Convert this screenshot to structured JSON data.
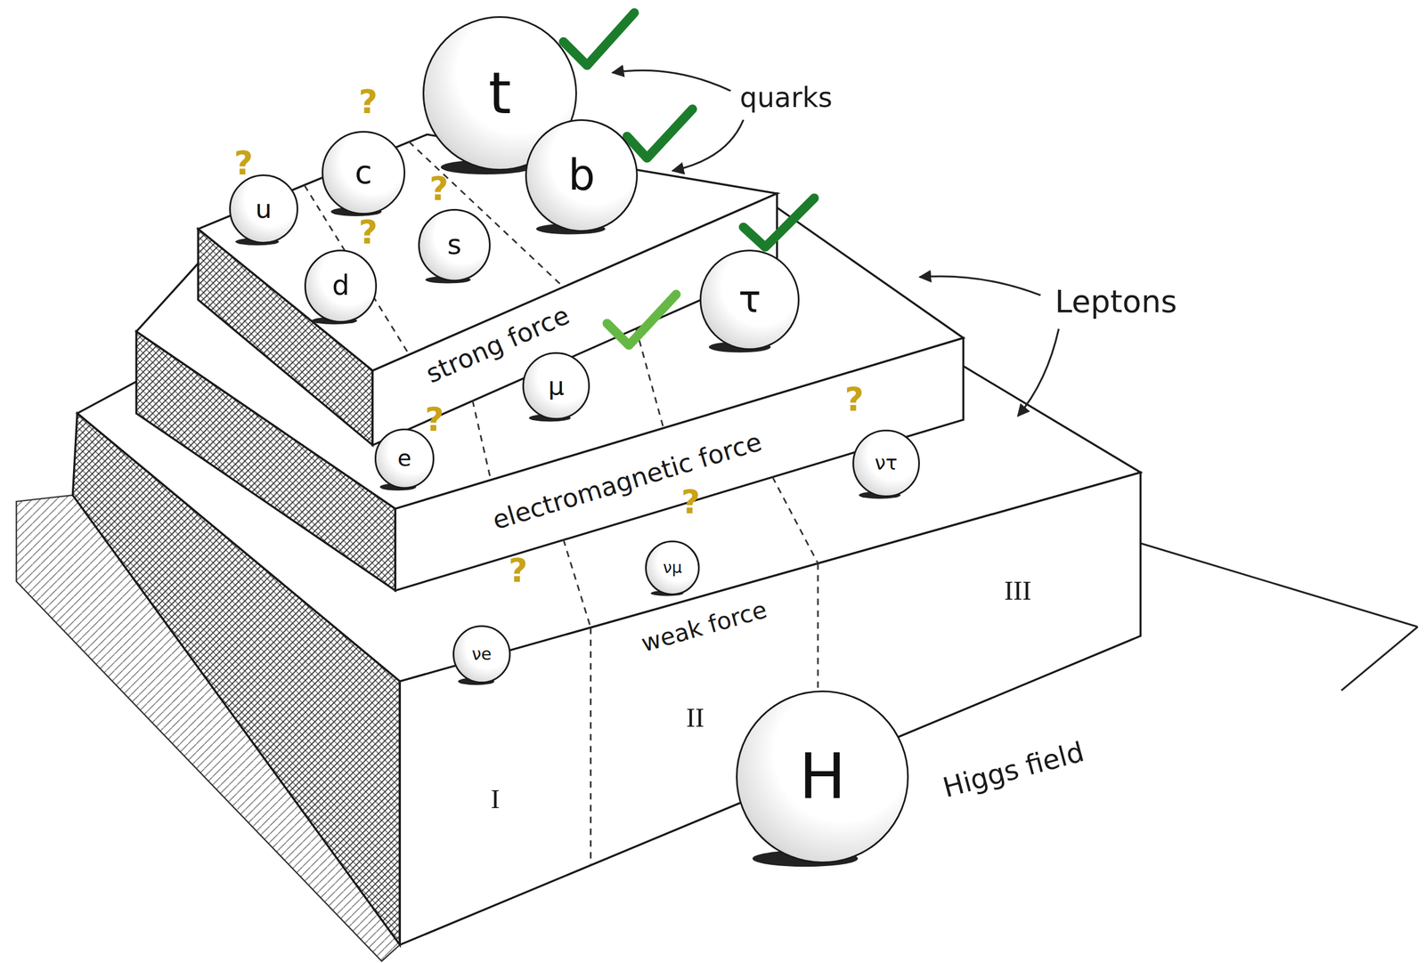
{
  "diagram": {
    "nodes": [
      {
        "text": [
          "t"
        ]
      },
      {
        "text": [
          "c"
        ]
      },
      {
        "text": [
          "u"
        ]
      },
      {
        "text": [
          "b"
        ]
      },
      {
        "text": [
          "s"
        ]
      },
      {
        "text": [
          "d"
        ]
      },
      {
        "text": [
          "τ"
        ]
      },
      {
        "text": [
          "μ"
        ]
      },
      {
        "text": [
          "e"
        ]
      },
      {
        "text": [
          "ντ"
        ]
      },
      {
        "text": [
          "νμ"
        ]
      },
      {
        "text": [
          "νe"
        ]
      },
      {
        "text": [
          "H"
        ]
      }
    ],
    "labels": [
      "quarks",
      "Leptons",
      "strong force",
      "electromagnetic force",
      "weak force",
      "I",
      "II",
      "III",
      "Higgs field",
      "?",
      "?",
      "?",
      "?",
      "?",
      "?",
      "?",
      "?"
    ]
  }
}
